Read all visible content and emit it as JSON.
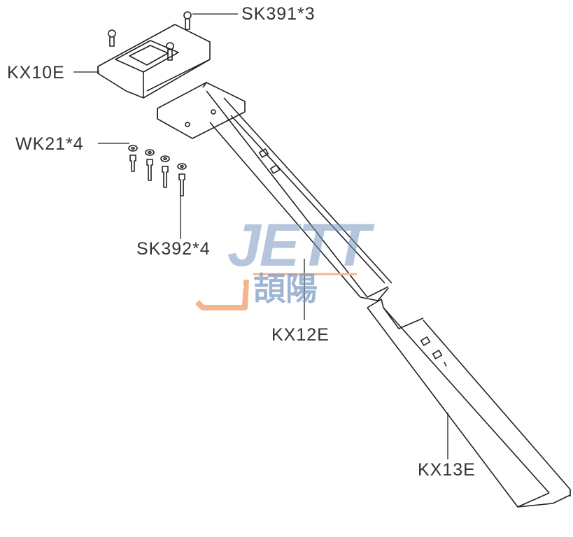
{
  "labels": {
    "sk391": "SK391*3",
    "kx10e": "KX10E",
    "wk21": "WK21*4",
    "sk392": "SK392*4",
    "kx12e": "KX12E",
    "kx13e": "KX13E"
  },
  "watermark": {
    "latin": "JETT",
    "chinese": "頡陽",
    "colors": {
      "blue": "#7896be",
      "orange": "#f4b68c"
    }
  }
}
